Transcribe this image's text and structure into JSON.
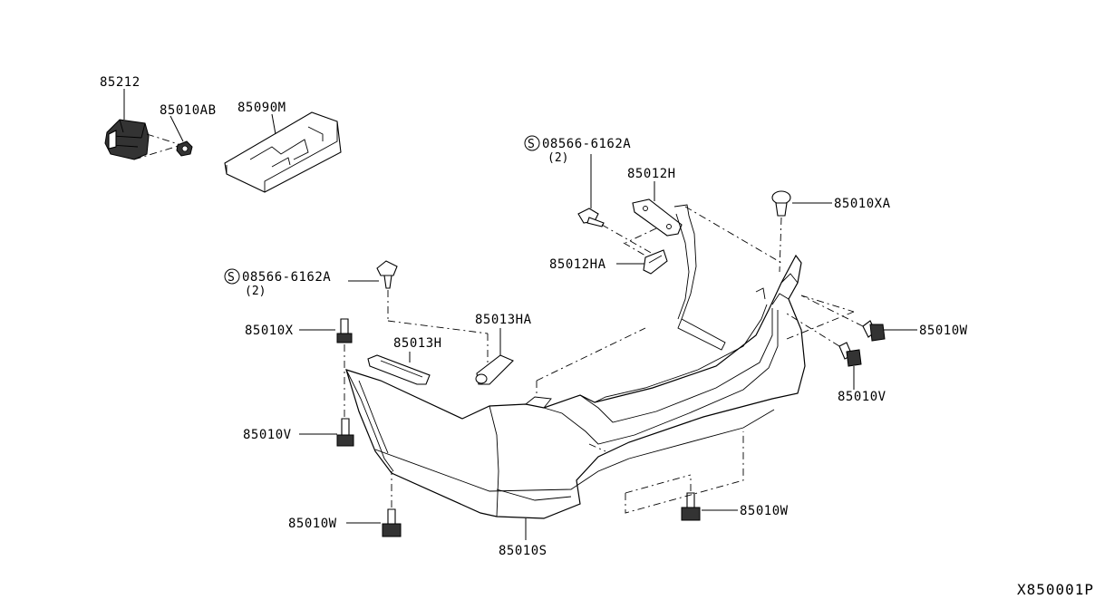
{
  "diagram": {
    "id_code": "X850001P",
    "callouts": {
      "c85212": "85212",
      "c85010AB": "85010AB",
      "c85090M": "85090M",
      "c08566_top": "08566-6162A",
      "c08566_top_qty": "(2)",
      "c85012H": "85012H",
      "c85010XA": "85010XA",
      "c85012HA": "85012HA",
      "c08566_left": "08566-6162A",
      "c08566_left_qty": "(2)",
      "c85013HA": "85013HA",
      "c85010X": "85010X",
      "c85013H": "85013H",
      "c85010W_right": "85010W",
      "c85010V_right": "85010V",
      "c85010V_left": "85010V",
      "c85010W_left": "85010W",
      "c85010W_bottom": "85010W",
      "c85010S": "85010S",
      "screw_symbol": "S"
    }
  }
}
